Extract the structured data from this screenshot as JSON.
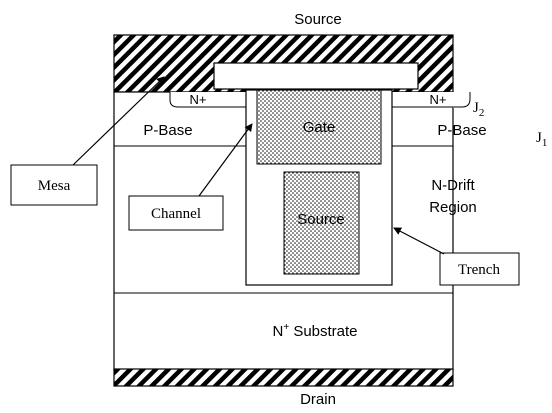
{
  "labels": {
    "source_top": "Source",
    "drain": "Drain",
    "n_plus_left": "N+",
    "n_plus_right": "N+",
    "j2_base": "J",
    "j2_sub": "2",
    "j1_base": "J",
    "j1_sub": "1",
    "p_base_left": "P-Base",
    "p_base_right": "P-Base",
    "gate": "Gate",
    "trench_source": "Source",
    "n_drift_line1": "N-Drift",
    "n_drift_line2": "Region",
    "substrate_prefix": "N",
    "substrate_sup": "+",
    "substrate_rest": " Substrate"
  },
  "callouts": {
    "mesa": "Mesa",
    "channel": "Channel",
    "trench": "Trench"
  },
  "colors": {
    "line": "#000000",
    "background": "#ffffff"
  }
}
